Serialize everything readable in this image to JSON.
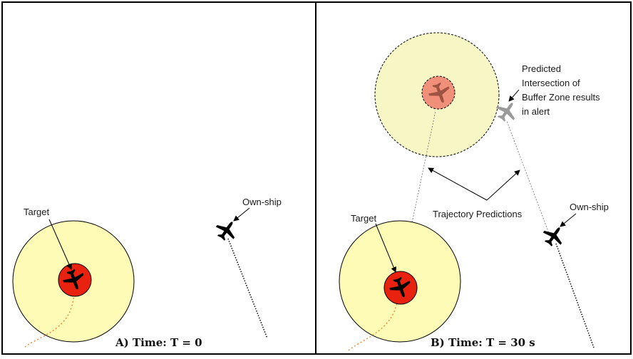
{
  "panels": {
    "a": {
      "caption": "A) Time: T = 0",
      "target_label": "Target",
      "ownship_label": "Own-ship"
    },
    "b": {
      "caption": "B) Time: T = 30 s",
      "target_label": "Target",
      "ownship_label": "Own-ship",
      "trajectory_label": "Trajectory Predictions",
      "alert_lines": [
        "Predicted",
        "Intersection of",
        "Buffer Zone results",
        "in alert"
      ]
    }
  },
  "colors": {
    "buffer_zone": "#fdfbb6",
    "target_zone": "#e8220e",
    "predicted_target_zone": "#f1907a",
    "predicted_buffer_zone": "#f6f7c5",
    "aircraft": "#000000",
    "predicted_aircraft": "#9a9a9a",
    "past_track": "#f08c3c"
  },
  "icons": {
    "target_aircraft": "airplane-icon",
    "ownship_aircraft": "airplane-icon",
    "predicted_aircraft": "airplane-icon"
  }
}
